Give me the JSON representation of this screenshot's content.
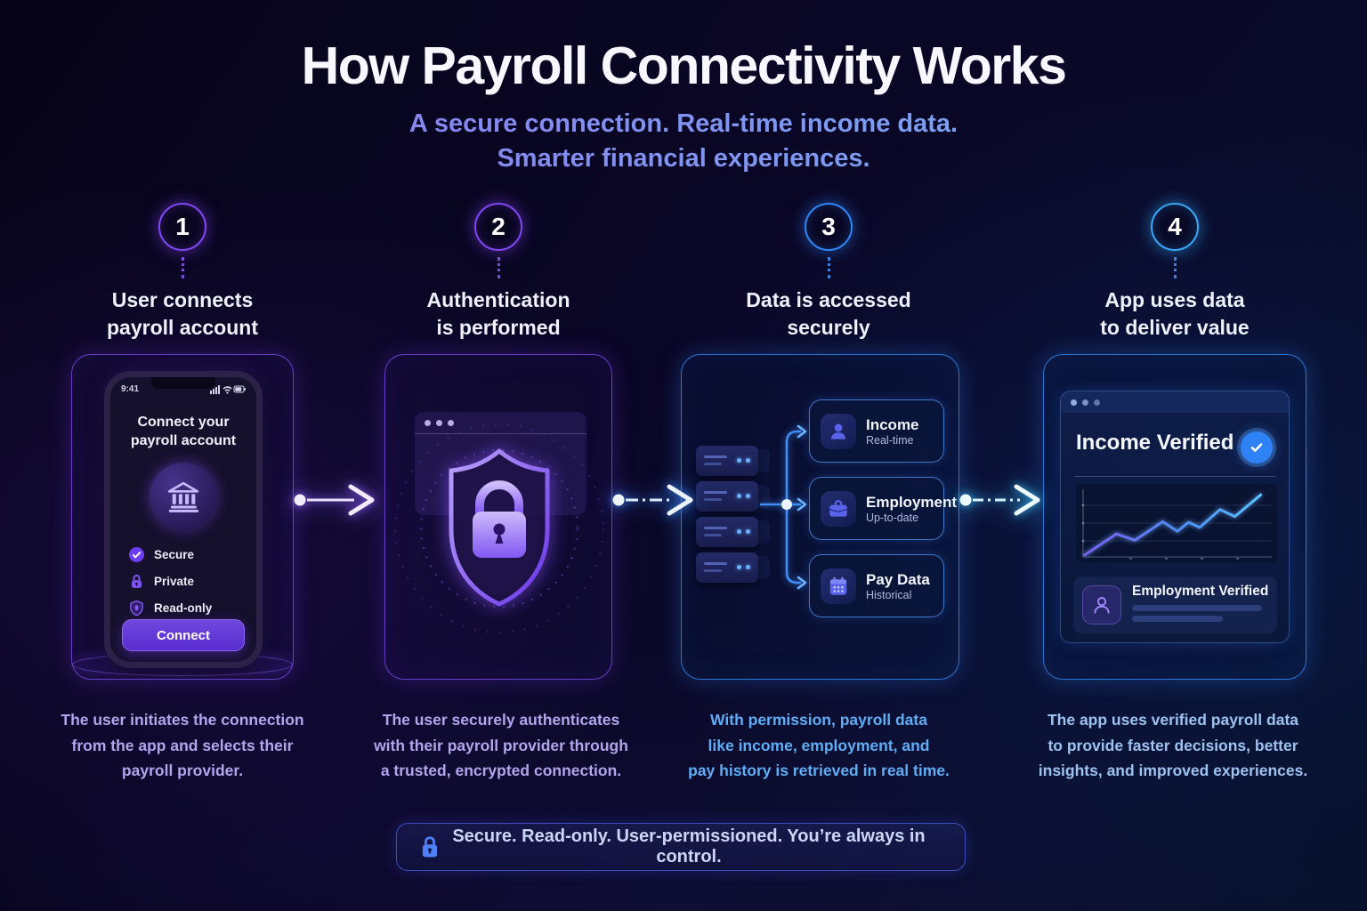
{
  "header": {
    "title": "How Payroll Connectivity Works",
    "subtitle_line1": "A secure connection. Real-time income data.",
    "subtitle_line2": "Smarter financial experiences."
  },
  "steps": [
    {
      "number": "1",
      "label_line1": "User connects",
      "label_line2": "payroll account",
      "accent": "#8247f5"
    },
    {
      "number": "2",
      "label_line1": "Authentication",
      "label_line2": "is performed",
      "accent": "#8247f5"
    },
    {
      "number": "3",
      "label_line1": "Data is accessed",
      "label_line2": "securely",
      "accent": "#2f86f7"
    },
    {
      "number": "4",
      "label_line1": "App uses data",
      "label_line2": "to deliver value",
      "accent": "#38a8f8"
    }
  ],
  "phone": {
    "status_time": "9:41",
    "title_line1": "Connect your",
    "title_line2": "payroll account",
    "features": [
      {
        "icon": "check-circle-icon",
        "label": "Secure"
      },
      {
        "icon": "lock-icon",
        "label": "Private"
      },
      {
        "icon": "shield-icon",
        "label": "Read-only"
      }
    ],
    "connect_button": "Connect"
  },
  "data_access": {
    "cards": [
      {
        "icon": "person-icon",
        "title": "Income",
        "subtitle": "Real-time"
      },
      {
        "icon": "briefcase-icon",
        "title": "Employment",
        "subtitle": "Up-to-date"
      },
      {
        "icon": "calendar-icon",
        "title": "Pay Data",
        "subtitle": "Historical"
      }
    ]
  },
  "dashboard": {
    "title": "Income Verified",
    "employment_card_title": "Employment Verified",
    "chart": {
      "type": "line",
      "trend": "rising",
      "points_normalized": [
        [
          0.0,
          0.03
        ],
        [
          0.17,
          0.36
        ],
        [
          0.27,
          0.26
        ],
        [
          0.42,
          0.55
        ],
        [
          0.5,
          0.4
        ],
        [
          0.56,
          0.54
        ],
        [
          0.62,
          0.46
        ],
        [
          0.73,
          0.74
        ],
        [
          0.81,
          0.63
        ],
        [
          0.95,
          0.97
        ]
      ],
      "stroke_gradient": [
        "#7c5cf0",
        "#56b8ff"
      ],
      "grid": true
    }
  },
  "descriptions": [
    {
      "lines": [
        "The user initiates the connection",
        "from the app and selects their",
        "payroll provider."
      ]
    },
    {
      "lines": [
        "The user securely authenticates",
        "with their payroll provider through",
        "a trusted, encrypted connection."
      ]
    },
    {
      "lines": [
        "With permission, payroll data",
        "like income, employment, and",
        "pay history is retrieved in real time."
      ]
    },
    {
      "lines": [
        "The app uses verified payroll data",
        "to provide faster decisions, better",
        "insights, and improved experiences."
      ]
    }
  ],
  "footer": {
    "banner_text": "Secure. Read-only. User-permissioned. You’re always in control."
  },
  "colors": {
    "background": "#0a0626",
    "accent_purple": "#8247f5",
    "accent_blue": "#2f86f7",
    "accent_cyan": "#38a8f8",
    "desc_purple": "#b2a5ec",
    "desc_blue": "#8fc0f2",
    "check_badge_blue": "#2e82f6"
  }
}
